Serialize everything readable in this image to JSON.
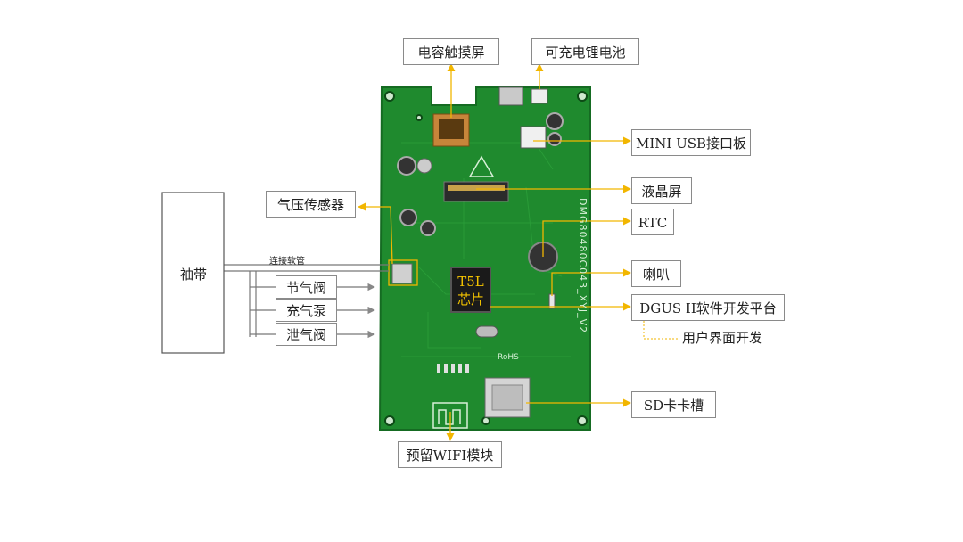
{
  "labels": {
    "touch_screen": "电容触摸屏",
    "battery": "可充电锂电池",
    "mini_usb": "MINI USB接口板",
    "lcd": "液晶屏",
    "pressure_sensor": "气压传感器",
    "rtc": "RTC",
    "speaker": "喇叭",
    "dgus": "DGUS II软件开发平台",
    "ui_dev": "用户界面开发",
    "sd_slot": "SD卡卡槽",
    "wifi": "预留WIFI模块",
    "cuff": "袖带",
    "hose": "连接软管",
    "throttle_valve": "节气阀",
    "pump": "充气泵",
    "release_valve": "泄气阀",
    "chip_line1": "T5L",
    "chip_line2": "芯片",
    "board_silk": "DMG80480C043_XYJ_V2",
    "rohs": "RoHS"
  },
  "colors": {
    "pcb": "#1f8a2e",
    "pcb_dark": "#156b22",
    "arrow": "#f2b600",
    "chip": "#1a1a1a",
    "chip_text": "#f2c200",
    "box_border": "#8a8a8a"
  }
}
